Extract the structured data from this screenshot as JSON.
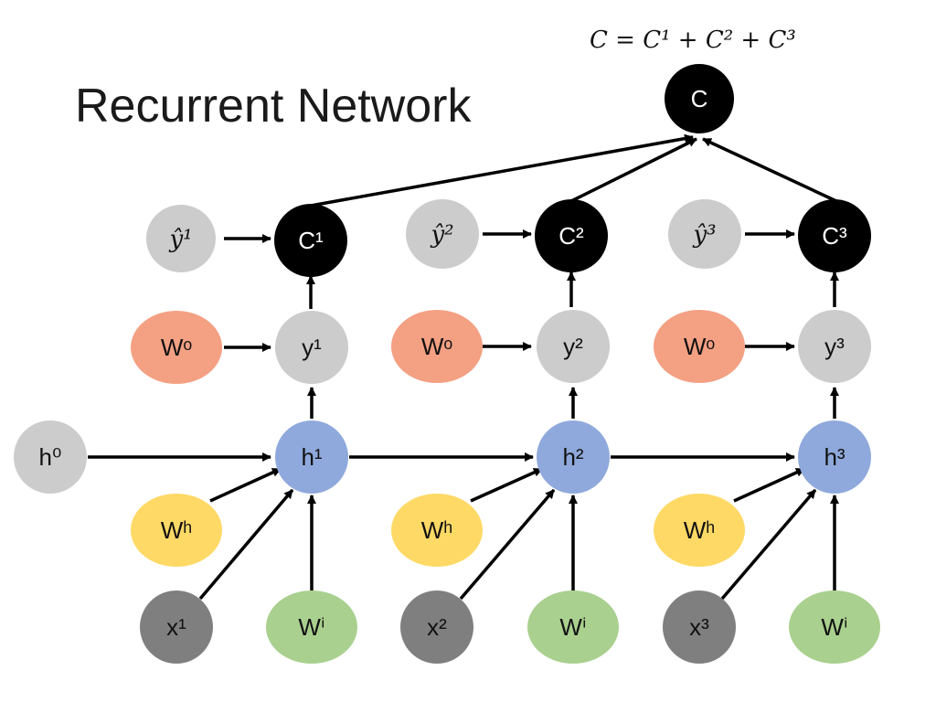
{
  "title": "Recurrent Network",
  "formula": "C = C¹ + C² + C³",
  "colors": {
    "black": "#000000",
    "gray": "#cccccc",
    "dark_gray": "#7f7f7f",
    "blue": "#8fa9dc",
    "orange": "#f4a083",
    "yellow": "#ffd966",
    "green": "#a9d08e",
    "arrow": "#000000"
  },
  "nodes": {
    "c": "C",
    "c1": "C¹",
    "c2": "C²",
    "c3": "C³",
    "yhat1": "ŷ¹",
    "yhat2": "ŷ²",
    "yhat3": "ŷ³",
    "wo": "Wᵒ",
    "y1": "y¹",
    "y2": "y²",
    "y3": "y³",
    "h0": "h⁰",
    "h1": "h¹",
    "h2": "h²",
    "h3": "h³",
    "wh": "Wʰ",
    "x1": "x¹",
    "x2": "x²",
    "x3": "x³",
    "wi": "Wⁱ"
  }
}
